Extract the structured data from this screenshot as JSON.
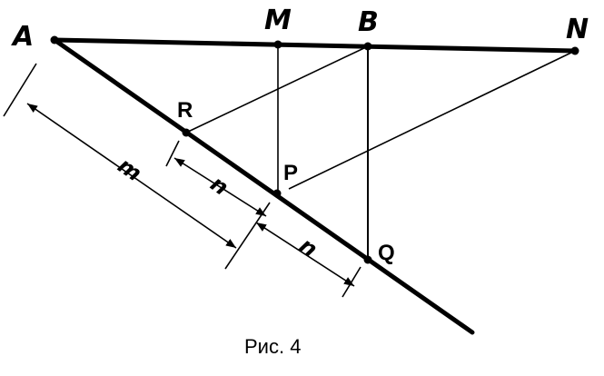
{
  "points": {
    "A": "A",
    "M": "M",
    "B": "B",
    "N": "N",
    "R": "R",
    "P": "P",
    "Q": "Q"
  },
  "dimensions": {
    "m": "m",
    "n_first": "n",
    "n_second": "n"
  },
  "caption": "Рис. 4"
}
